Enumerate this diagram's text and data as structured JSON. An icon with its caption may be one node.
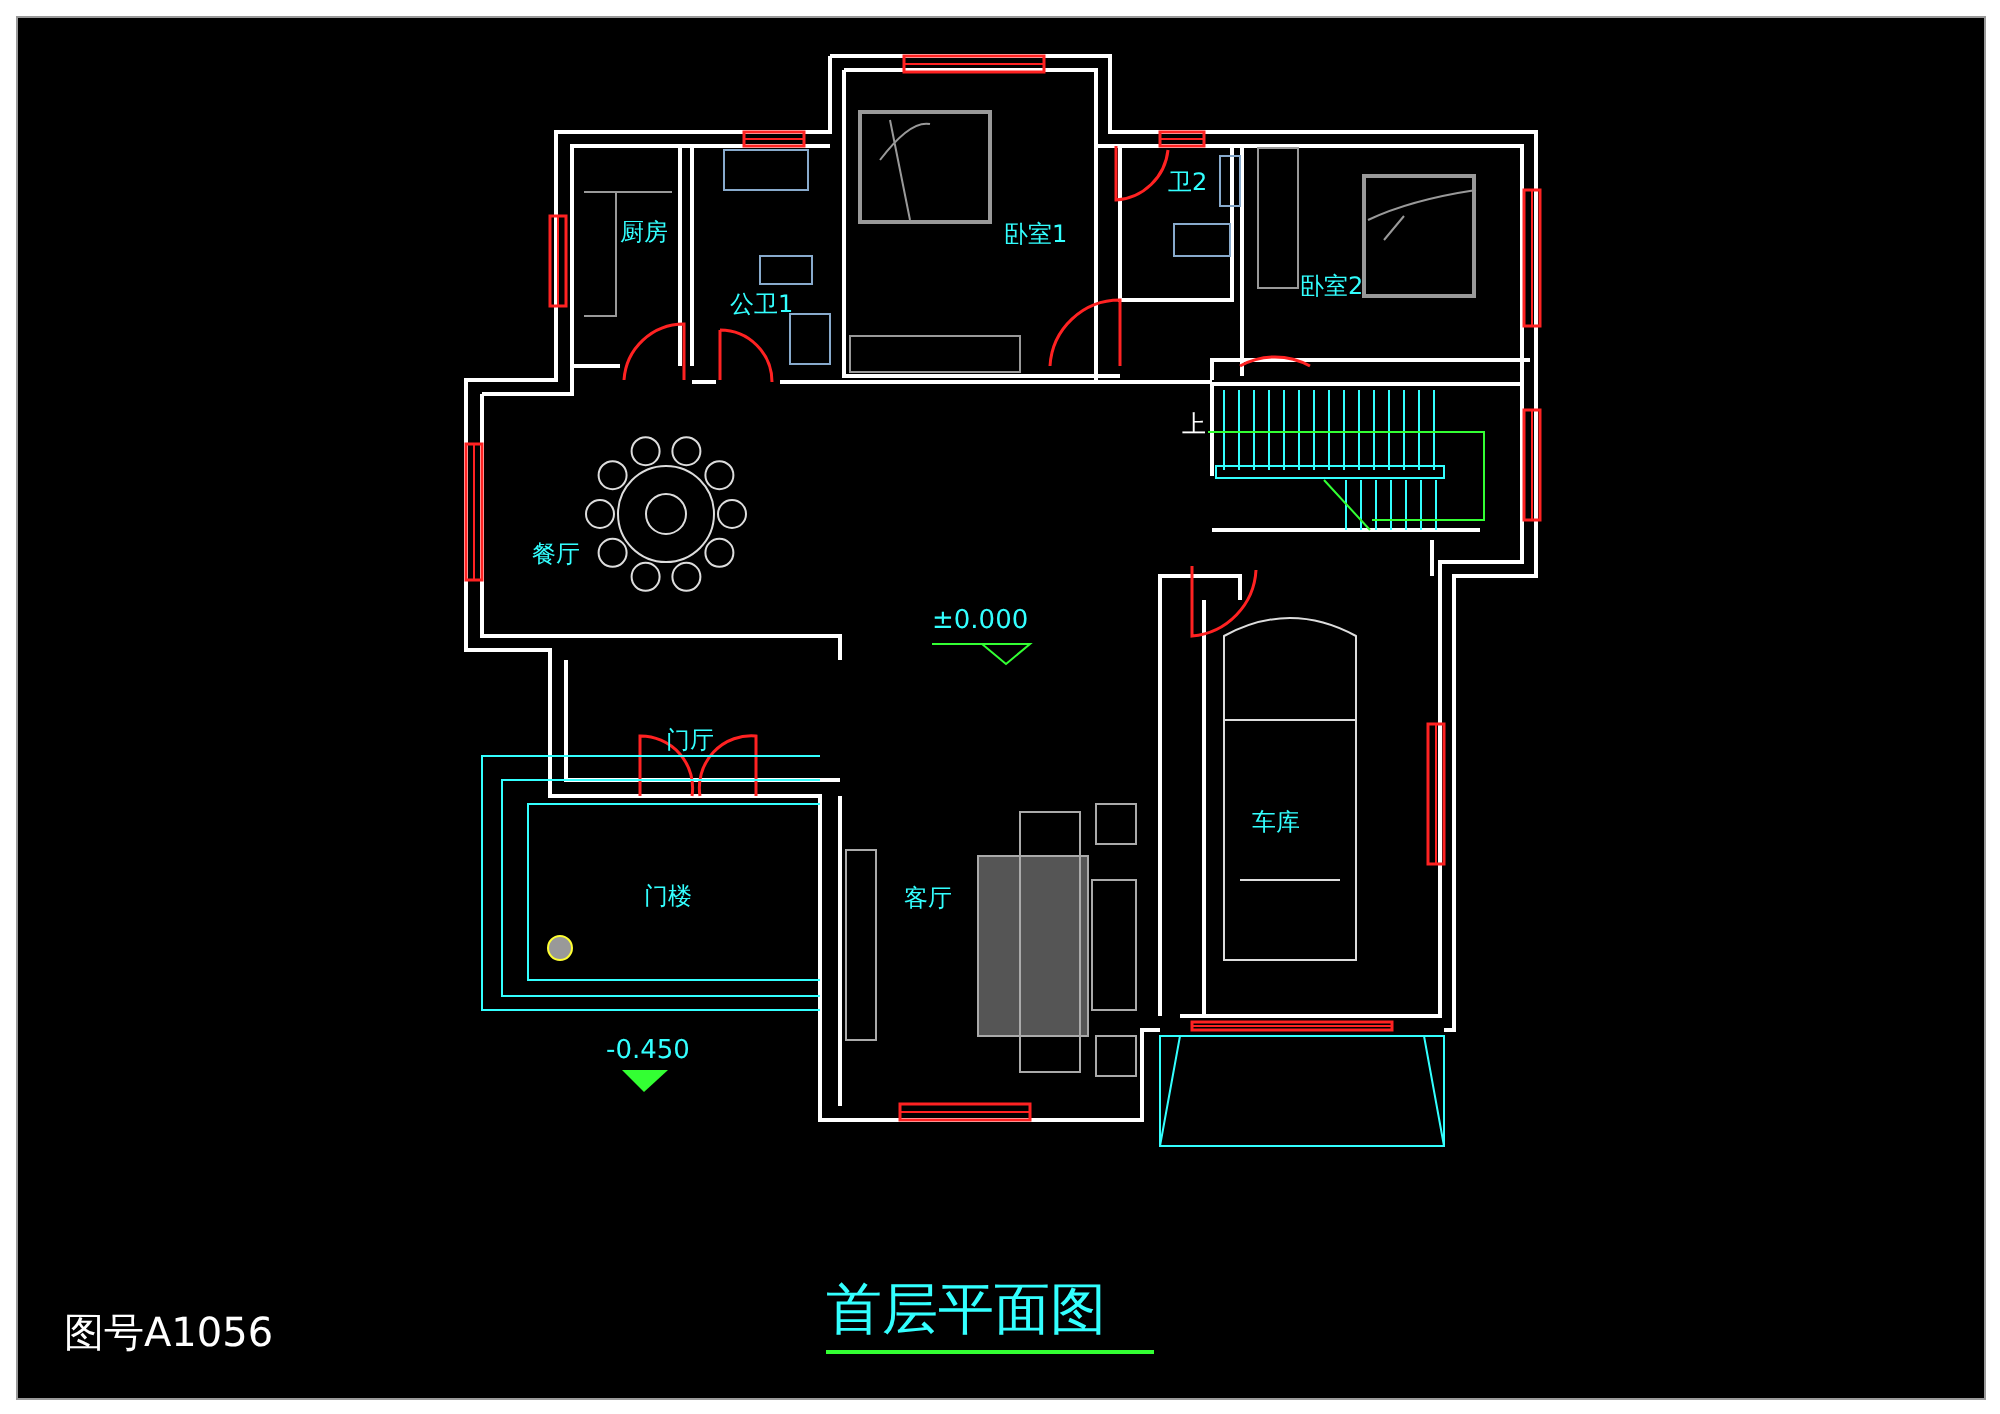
{
  "diagram": {
    "title": "首层平面图",
    "labels": [
      "卫2",
      "厨房",
      "卧室1",
      "卧室2",
      "公卫1",
      "上",
      "餐厅",
      "±0.000",
      "门厅",
      "车库",
      "门楼",
      "客厅",
      "-0.450",
      "图号A1056"
    ]
  }
}
